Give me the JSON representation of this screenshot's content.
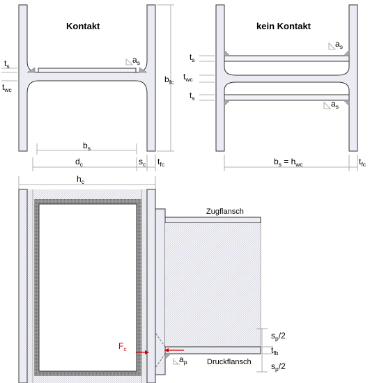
{
  "labels": {
    "kontakt": "Kontakt",
    "kein_kontakt": "kein Kontakt",
    "zugflansch": "Zugflansch",
    "druckflansch": "Druckflansch"
  },
  "dims": {
    "ts": {
      "main": "t",
      "sub": "s"
    },
    "twc": {
      "main": "t",
      "sub": "wc"
    },
    "as": {
      "main": "a",
      "sub": "s"
    },
    "bfc": {
      "main": "b",
      "sub": "fc"
    },
    "bs": {
      "main": "b",
      "sub": "s"
    },
    "dc": {
      "main": "d",
      "sub": "c"
    },
    "sc": {
      "main": "s",
      "sub": "c"
    },
    "tfc": {
      "main": "t",
      "sub": "fc"
    },
    "bs_hwc": {
      "main": "b",
      "sub": "s",
      "eq": " = h",
      "sub2": "wc"
    },
    "hc": {
      "main": "h",
      "sub": "c"
    },
    "fc": {
      "main": "F",
      "sub": "c"
    },
    "ap": {
      "main": "a",
      "sub": "p"
    },
    "sp2": {
      "main": "s",
      "sub": "p",
      "tail": "/2"
    },
    "tfb": {
      "main": "t",
      "sub": "fb"
    }
  },
  "colors": {
    "force": "#d00000",
    "steel": "#ebebf4",
    "weld": "#aaaaaa"
  }
}
